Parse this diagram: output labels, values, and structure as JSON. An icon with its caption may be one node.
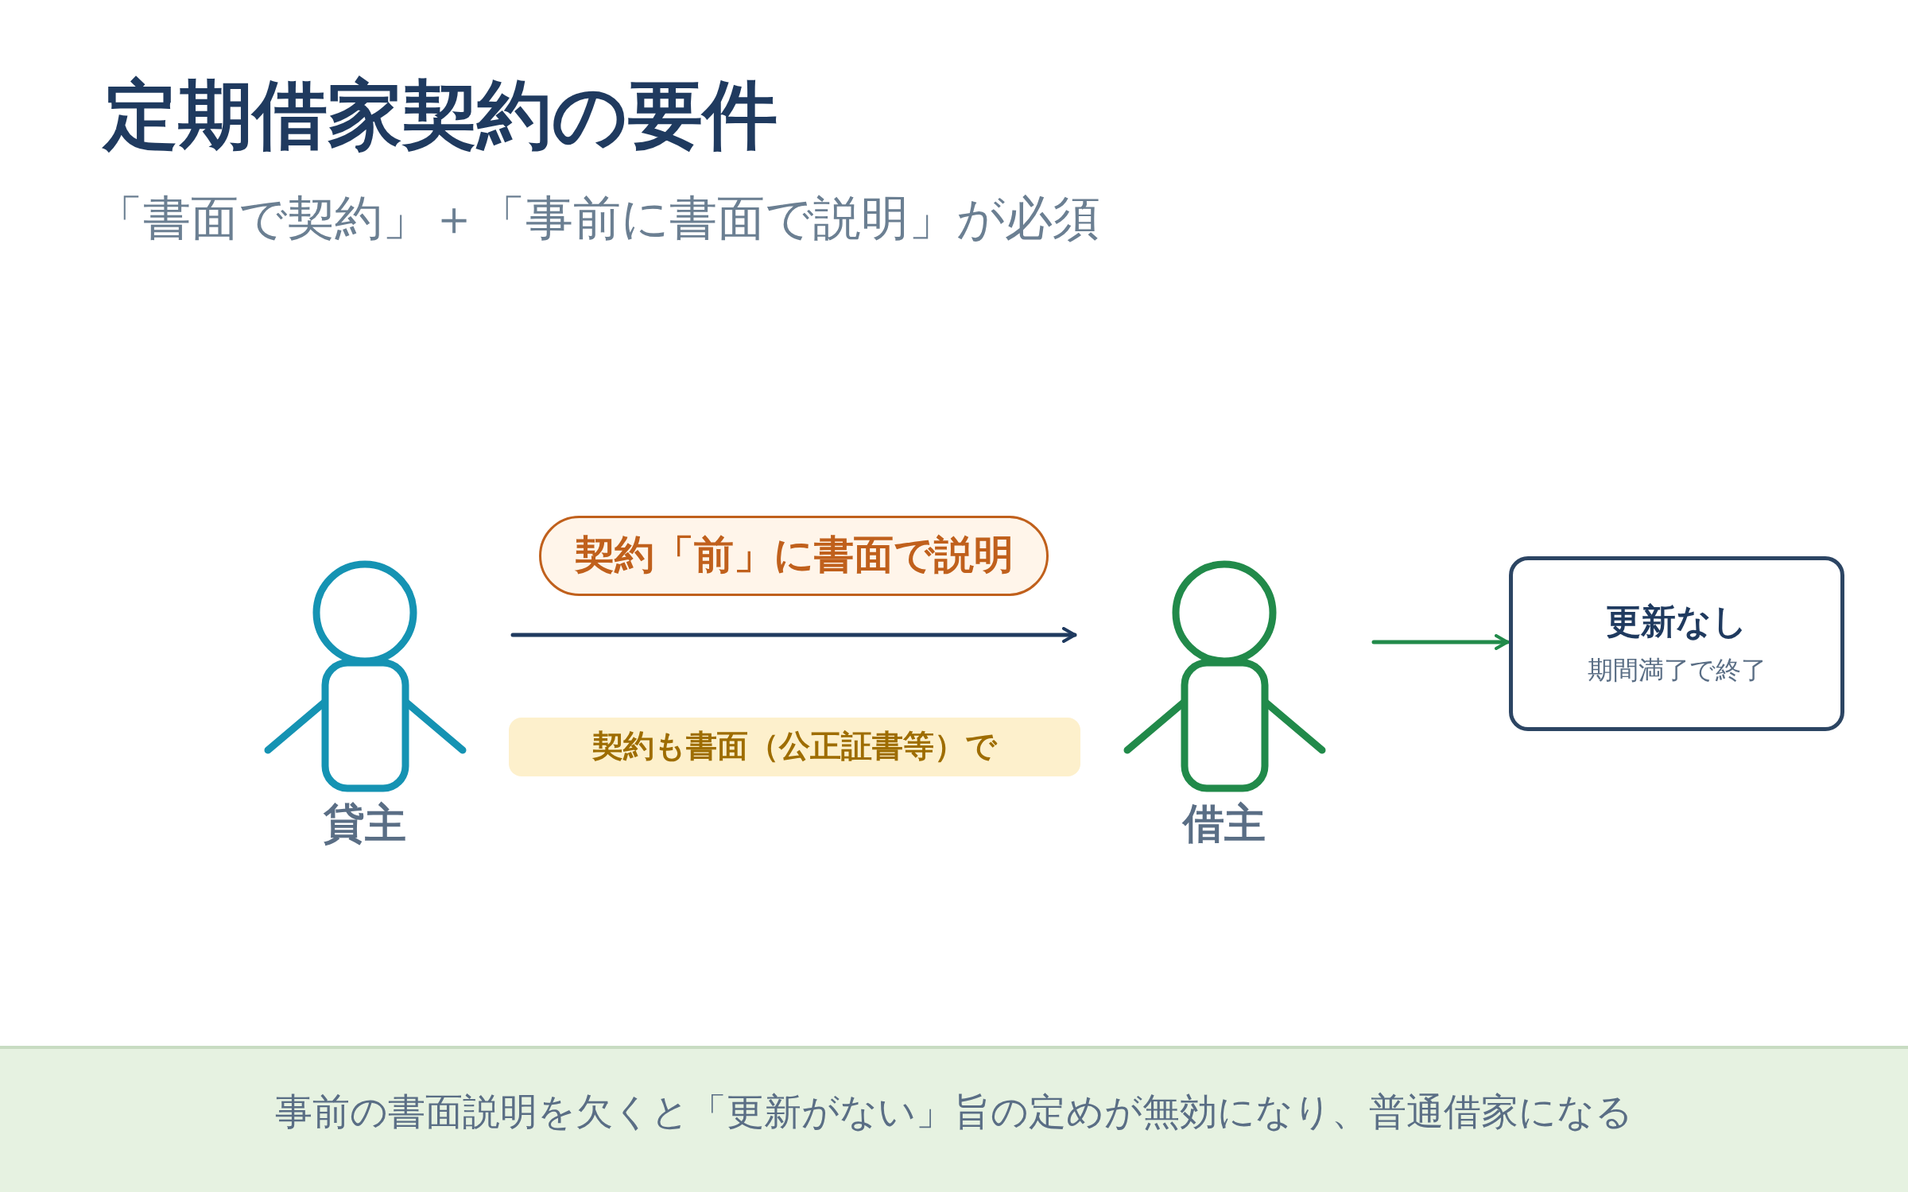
{
  "diagram": {
    "title": "定期借家契約の要件",
    "nodes": [
      {
        "text": [
          "貸主"
        ]
      },
      {
        "text": [
          "契約「前」に書面で説明"
        ]
      },
      {
        "text": [
          "契約も書面（公正証書等）で"
        ]
      },
      {
        "text": [
          "借主"
        ]
      },
      {
        "text": [
          "更新なし",
          "期間満了で終了"
        ]
      },
      {
        "text": [
          "事前の書面説明を欠くと「更新がない」旨の定めが無効になり、普通借家になる"
        ]
      }
    ],
    "edges": [
      {
        "from": 0,
        "to": 3,
        "arrow": "to",
        "color": "#1f3a5f"
      },
      {
        "from": 3,
        "to": 4,
        "arrow": "to",
        "color": "#218a4a"
      }
    ],
    "labels": [
      "「書面で契約」＋「事前に書面で説明」が必須"
    ]
  }
}
